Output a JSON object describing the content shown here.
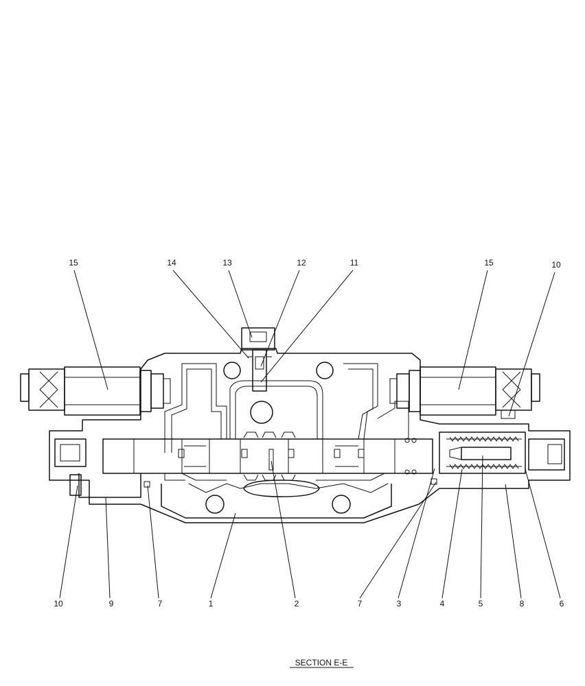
{
  "caption": "SECTION  E-E",
  "labels": [
    "15",
    "14",
    "13",
    "12",
    "11",
    "15",
    "10",
    "10",
    "9",
    "7",
    "1",
    "2",
    "7",
    "3",
    "4",
    "5",
    "8",
    "6"
  ]
}
